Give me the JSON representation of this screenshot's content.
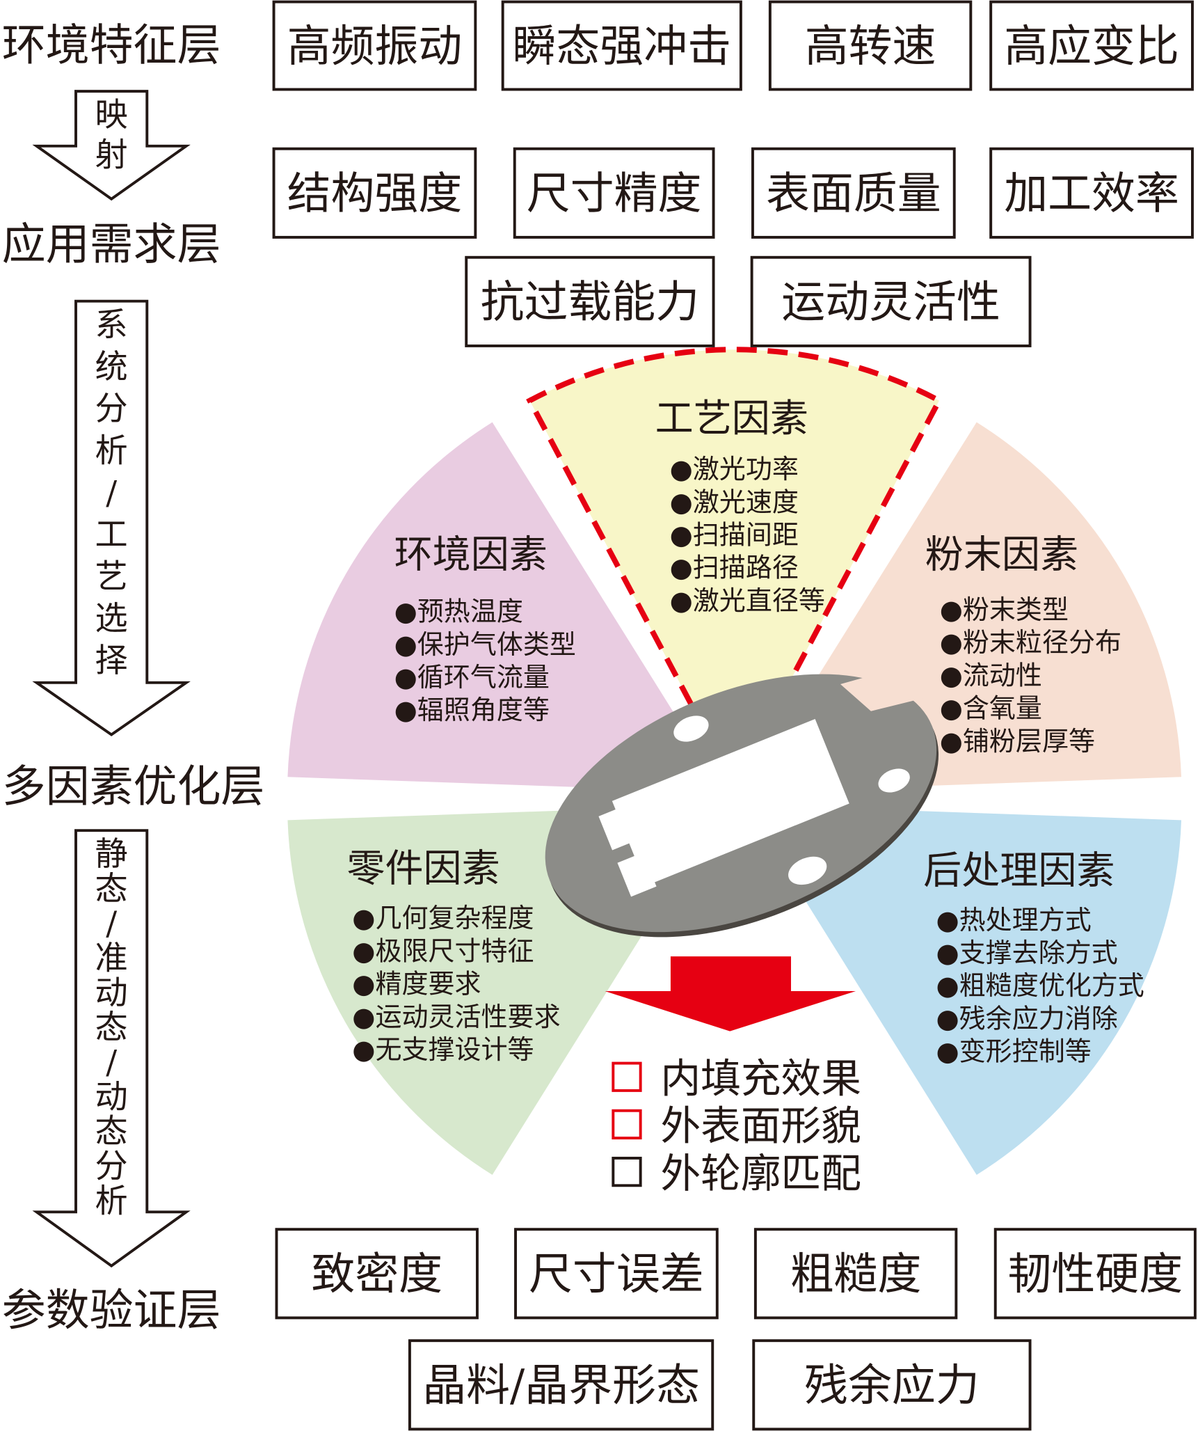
{
  "layers": {
    "environment": "环境特征层",
    "application": "应用需求层",
    "optimization": "多因素优化层",
    "verification": "参数验证层"
  },
  "arrows": {
    "mapping": [
      "映",
      "射"
    ],
    "analysis": [
      "系",
      "统",
      "分",
      "析",
      "/",
      "工",
      "艺",
      "选",
      "择"
    ],
    "dynamic": [
      "静",
      "态",
      "/",
      "准",
      "动",
      "态",
      "/",
      "动",
      "态",
      "分",
      "析"
    ]
  },
  "environment_boxes": [
    "高频振动",
    "瞬态强冲击",
    "高转速",
    "高应变比"
  ],
  "application_boxes": [
    "结构强度",
    "尺寸精度",
    "表面质量",
    "加工效率",
    "抗过载能力",
    "运动灵活性"
  ],
  "verification_boxes": [
    "致密度",
    "尺寸误差",
    "粗糙度",
    "韧性硬度",
    "晶料/晶界形态",
    "残余应力"
  ],
  "factors": [
    {
      "title": "工艺因素",
      "color": "#f8f6c8",
      "items": [
        "●激光功率",
        "●激光速度",
        "●扫描间距",
        "●扫描路径",
        "●激光直径等"
      ]
    },
    {
      "title": "环境因素",
      "color": "#e9cce1",
      "items": [
        "●预热温度",
        "●保护气体类型",
        "●循环气流量",
        "●辐照角度等"
      ]
    },
    {
      "title": "粉末因素",
      "color": "#f7dfd2",
      "items": [
        "●粉末类型",
        "●粉末粒径分布",
        "●流动性",
        "●含氧量",
        "●铺粉层厚等"
      ]
    },
    {
      "title": "零件因素",
      "color": "#d7e8cd",
      "items": [
        "●几何复杂程度",
        "●极限尺寸特征",
        "●精度要求",
        "●运动灵活性要求",
        "●无支撑设计等"
      ]
    },
    {
      "title": "后处理因素",
      "color": "#bddff0",
      "items": [
        "●热处理方式",
        "●支撑去除方式",
        "●粗糙度优化方式",
        "●残余应力消除",
        "●变形控制等"
      ]
    }
  ],
  "outcomes": [
    {
      "label": "内填充效果",
      "color": "#e60012"
    },
    {
      "label": "外表面形貌",
      "color": "#e60012"
    },
    {
      "label": "外轮廓匹配",
      "color": "#231815"
    }
  ],
  "colors": {
    "highlight": "#e60012",
    "part": "#8a8a86"
  }
}
